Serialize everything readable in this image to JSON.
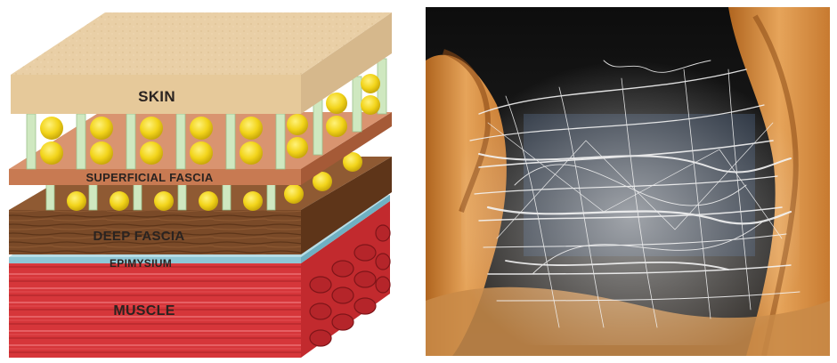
{
  "diagram": {
    "labels": {
      "skin": "SKIN",
      "superficial_fascia": "SUPERFICIAL FASCIA",
      "deep_fascia": "DEEP FASCIA",
      "epimysium": "EPIMYSIUM",
      "muscle": "MUSCLE"
    },
    "colors": {
      "skin": "#e9cfa6",
      "superficial_fascia": "#c87a52",
      "deep_fascia": "#7a4a28",
      "epimysium": "#8ec7d6",
      "muscle": "#d6363a",
      "fat_lobules": "#f2d41a",
      "septa": "#cfe8c0"
    }
  },
  "photo": {
    "subject": "fascia-fiber-network",
    "colors": {
      "background": "#1a1a1a",
      "tissue": "#d8964a",
      "fibers": "#f2f2f2"
    }
  }
}
